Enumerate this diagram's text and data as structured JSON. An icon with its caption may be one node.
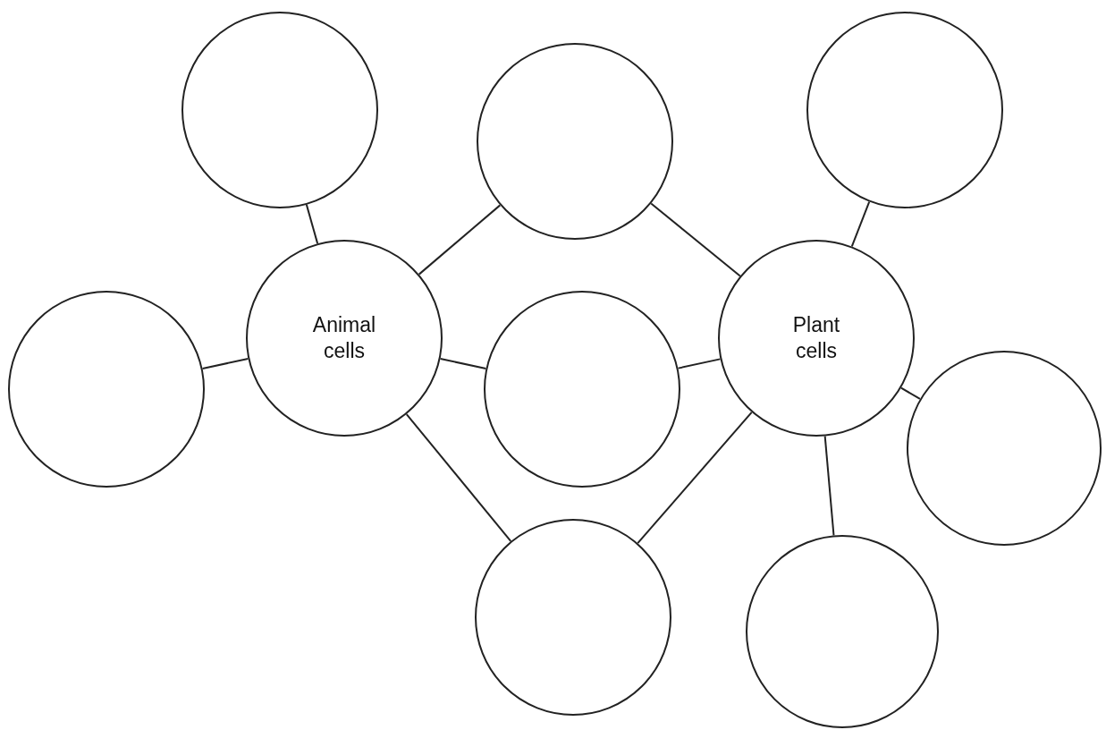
{
  "diagram": {
    "nodes": [
      {
        "text": [],
        "shape": "circle"
      },
      {
        "text": [],
        "shape": "circle"
      },
      {
        "text": [],
        "shape": "circle"
      },
      {
        "text": [
          "Animal cells"
        ]
      },
      {
        "text": [
          "Plant cells"
        ]
      },
      {
        "text": [],
        "shape": "circle"
      },
      {
        "text": [],
        "shape": "circle"
      },
      {
        "text": [],
        "shape": "circle"
      },
      {
        "text": [],
        "shape": "circle"
      },
      {
        "text": [],
        "shape": "circle"
      }
    ],
    "edges": [
      {
        "from": 0,
        "to": 3,
        "arrow": "none"
      },
      {
        "from": 5,
        "to": 3,
        "arrow": "none"
      },
      {
        "from": 3,
        "to": 1,
        "arrow": "none"
      },
      {
        "from": 3,
        "to": 6,
        "arrow": "none"
      },
      {
        "from": 3,
        "to": 8,
        "arrow": "none"
      },
      {
        "from": 1,
        "to": 4,
        "arrow": "none"
      },
      {
        "from": 6,
        "to": 4,
        "arrow": "none"
      },
      {
        "from": 8,
        "to": 4,
        "arrow": "none"
      },
      {
        "from": 4,
        "to": 2,
        "arrow": "none"
      },
      {
        "from": 4,
        "to": 7,
        "arrow": "none"
      },
      {
        "from": 4,
        "to": 9,
        "arrow": "none"
      }
    ]
  }
}
